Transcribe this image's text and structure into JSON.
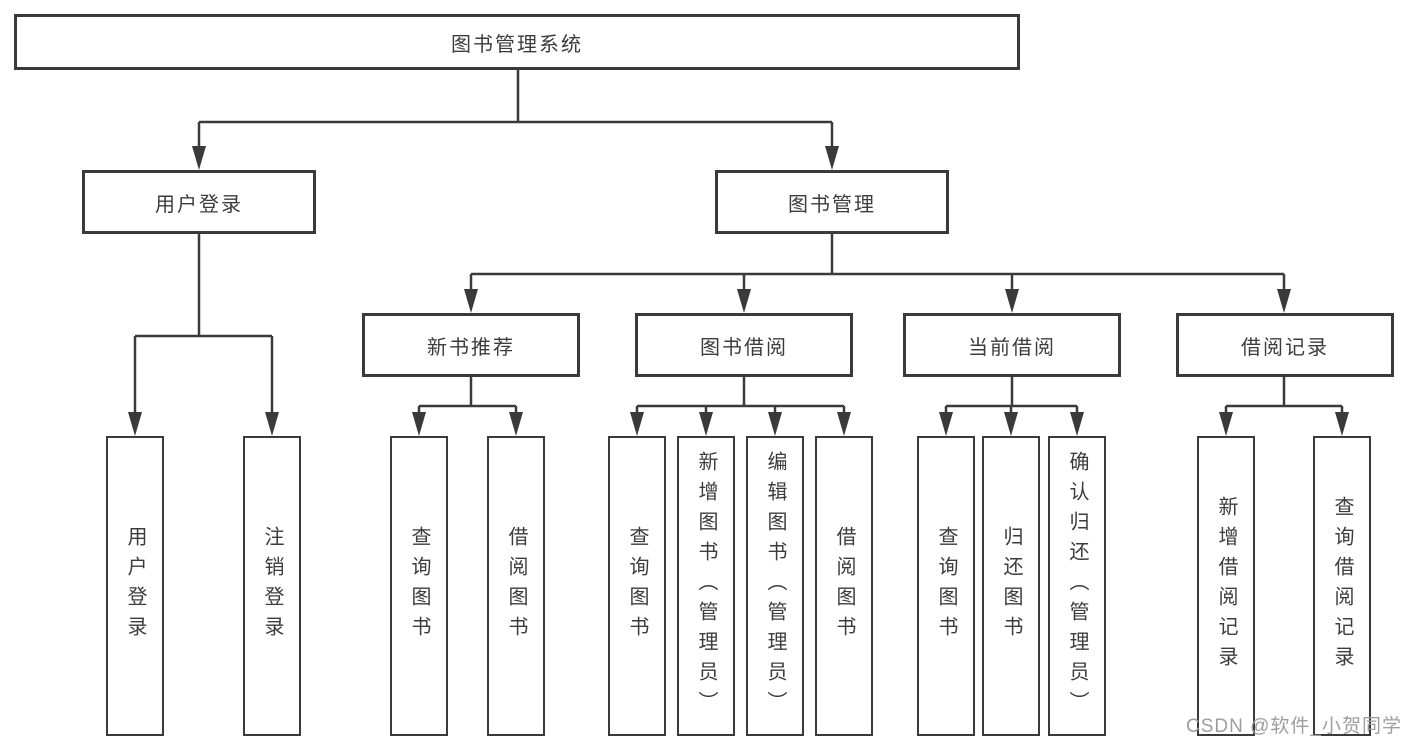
{
  "diagram": {
    "title": "图书管理系统",
    "branches": [
      {
        "label": "用户登录",
        "children": [
          {
            "label": "用户登录"
          },
          {
            "label": "注销登录"
          }
        ]
      },
      {
        "label": "图书管理",
        "children": [
          {
            "label": "新书推荐",
            "children": [
              {
                "label": "查询图书"
              },
              {
                "label": "借阅图书"
              }
            ]
          },
          {
            "label": "图书借阅",
            "children": [
              {
                "label": "查询图书"
              },
              {
                "label": "新增图书（管理员）"
              },
              {
                "label": "编辑图书（管理员）"
              },
              {
                "label": "借阅图书"
              }
            ]
          },
          {
            "label": "当前借阅",
            "children": [
              {
                "label": "查询图书"
              },
              {
                "label": "归还图书"
              },
              {
                "label": "确认归还（管理员）"
              }
            ]
          },
          {
            "label": "借阅记录",
            "children": [
              {
                "label": "新增借阅记录"
              },
              {
                "label": "查询借阅记录"
              }
            ]
          }
        ]
      }
    ]
  },
  "watermark": {
    "text": "CSDN @软件_小贺同学"
  },
  "colors": {
    "line": "#3a3a3a",
    "text": "#3c3c3c",
    "watermark_text": "#9e9e9e",
    "background": "#ffffff"
  }
}
